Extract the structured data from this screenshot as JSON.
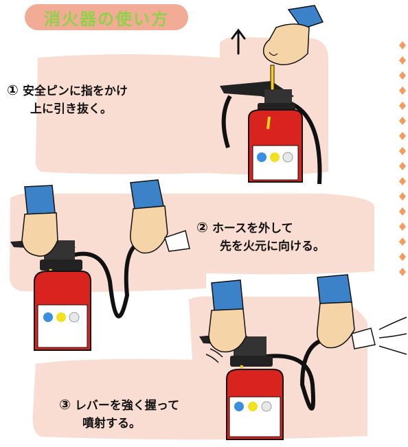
{
  "title": "消火器の使い方",
  "steps": [
    {
      "number": "①",
      "line1": "安全ピンに指をかけ",
      "line2": "上に引き抜く。"
    },
    {
      "number": "②",
      "line1": "ホースを外して",
      "line2": "先を火元に向ける。"
    },
    {
      "number": "③",
      "line1": "レバーを強く握って",
      "line2": "噴射する。"
    }
  ],
  "colors": {
    "panel": "#f9ddd2",
    "title_bg": "#f2ab95",
    "title_text": "#8fd24a",
    "extinguisher_red": "#d9231f",
    "sleeve_blue": "#3b82c8",
    "skin": "#f5d5a8",
    "pin_yellow": "#f2d21f",
    "border_diamond": "#f39a5c"
  },
  "icons": [
    "up-arrow-icon",
    "spray-lines-icon"
  ]
}
